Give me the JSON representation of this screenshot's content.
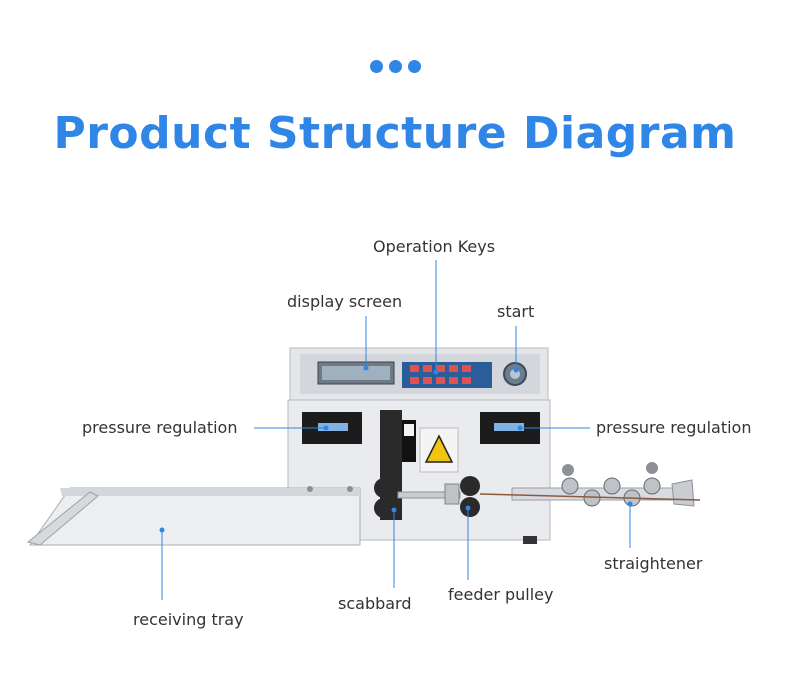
{
  "header": {
    "title": "Product Structure Diagram"
  },
  "labels": {
    "operation_keys": "Operation Keys",
    "display_screen": "display screen",
    "start": "start",
    "pressure_left": "pressure regulation",
    "pressure_right": "pressure regulation",
    "straightener": "straightener",
    "feeder_pulley": "feeder pulley",
    "scabbard": "scabbard",
    "receiving_tray": "receiving tray"
  },
  "colors": {
    "accent": "#2f86e6",
    "text": "#333333"
  }
}
